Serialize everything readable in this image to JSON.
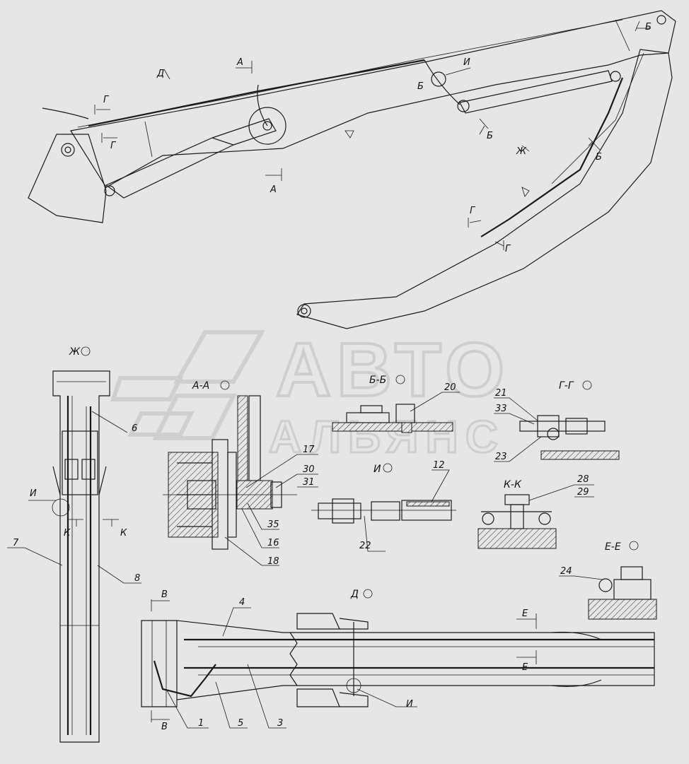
{
  "watermark": {
    "line1": "АВТО",
    "line2": "АЛЬЯНС"
  },
  "sections": {
    "aa": "А-А",
    "bb": "Б-Б",
    "gg": "Г-Г",
    "i": "И",
    "kk": "К-К",
    "ee": "Е-Е",
    "d": "Д",
    "zh": "Ж"
  },
  "cut_marks": {
    "a": "А",
    "b": "Б",
    "g": "Г",
    "v": "В",
    "e": "Е",
    "k": "К",
    "i": "И",
    "d": "Д",
    "zh": "Ж"
  },
  "callouts": [
    "1",
    "3",
    "4",
    "5",
    "6",
    "7",
    "8",
    "12",
    "16",
    "17",
    "18",
    "20",
    "21",
    "22",
    "23",
    "24",
    "28",
    "29",
    "30",
    "31",
    "33",
    "35"
  ]
}
